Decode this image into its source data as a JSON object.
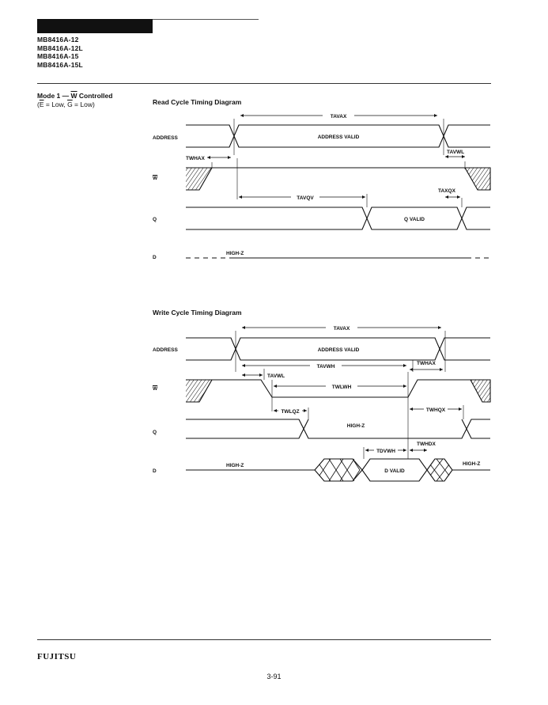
{
  "header": {
    "part_numbers": [
      "MB8416A-12",
      "MB8416A-12L",
      "MB8416A-15",
      "MB8416A-15L"
    ]
  },
  "mode": {
    "title_prefix": "Mode 1 — ",
    "title_signal": "W",
    "title_suffix": " Controlled",
    "conditions_pre": "(",
    "e_signal": "E",
    "conditions_mid": " = Low, ",
    "g_signal": "G",
    "conditions_post": " = Low)"
  },
  "read_diagram": {
    "title": "Read Cycle Timing Diagram",
    "signals": {
      "address": "ADDRESS",
      "w": "W",
      "q": "Q",
      "d": "D"
    },
    "labels": {
      "tavax": "TAVAX",
      "address_valid": "ADDRESS VALID",
      "twhax": "TWHAX",
      "tavwl": "TAVWL",
      "taxqx": "TAXQX",
      "tavqv": "TAVQV",
      "q_valid": "Q VALID",
      "high_z": "HIGH-Z"
    }
  },
  "write_diagram": {
    "title": "Write Cycle Timing Diagram",
    "signals": {
      "address": "ADDRESS",
      "w": "W",
      "q": "Q",
      "d": "D"
    },
    "labels": {
      "tavax": "TAVAX",
      "address_valid": "ADDRESS VALID",
      "tavwh": "TAVWH",
      "twhax": "TWHAX",
      "tavwl": "TAVWL",
      "twlwh": "TWLWH",
      "twlqz": "TWLQZ",
      "twhqx": "TWHQX",
      "high_z_q": "HIGH-Z",
      "twhdx": "TWHDX",
      "tdvwh": "TDVWH",
      "d_valid": "D VALID",
      "high_z_d_left": "HIGH-Z",
      "high_z_d_right": "HIGH-Z"
    }
  },
  "footer": {
    "brand": "FUJITSU",
    "page_number": "3-91"
  }
}
